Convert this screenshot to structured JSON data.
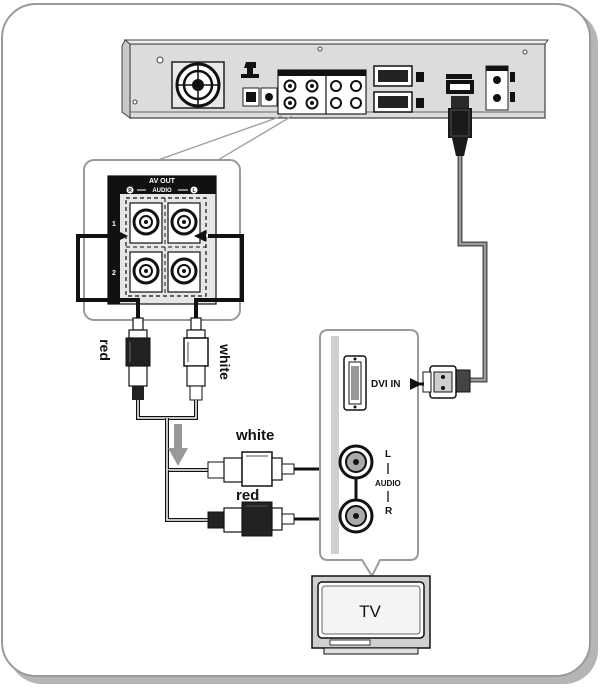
{
  "av_out_panel": {
    "title": "AV OUT",
    "channel_right": "R",
    "channel_left": "L",
    "audio_label": "AUDIO",
    "row_1": "1",
    "row_2": "2"
  },
  "player_cable": {
    "left_plug_label": "red",
    "right_plug_label": "white"
  },
  "tv_panel": {
    "dvi_label": "DVI IN",
    "audio_left": "L",
    "audio_label": "AUDIO",
    "audio_right": "R"
  },
  "tv_cable": {
    "upper_plug_label": "white",
    "lower_plug_label": "red"
  },
  "tv": {
    "screen_label": "TV"
  },
  "colors": {
    "frame_border": "#9a9a9a",
    "panel_gray": "#cfcfcf",
    "device_gray": "#d9d9d9",
    "cable_gray": "#7d7d7d",
    "dark": "#1a1a1a"
  }
}
